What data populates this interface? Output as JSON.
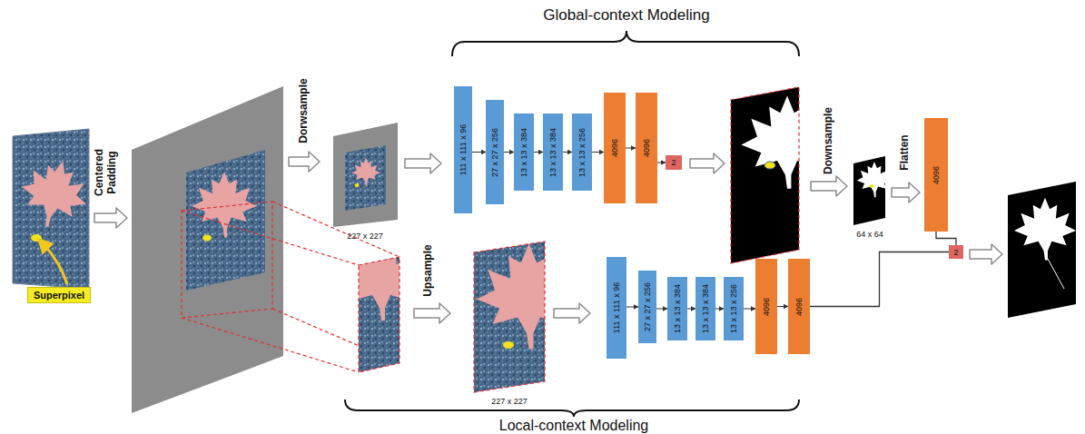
{
  "diagram": {
    "nodes": [
      {
        "text": [
          "Superpixel"
        ]
      },
      {
        "text": [
          "111 x 111 x 96"
        ]
      },
      {
        "text": [
          "27 x 27 x 256"
        ]
      },
      {
        "text": [
          "13 x 13 x 384"
        ]
      },
      {
        "text": [
          "13 x 13 x 384"
        ]
      },
      {
        "text": [
          "13 x 13 x 256"
        ]
      },
      {
        "text": [
          "4096"
        ]
      },
      {
        "text": [
          "4096"
        ]
      },
      {
        "text": [
          "2"
        ]
      },
      {
        "text": [
          "4096"
        ]
      },
      {
        "text": [
          "2"
        ]
      },
      {
        "text": [
          "111 x 111 x 96"
        ]
      },
      {
        "text": [
          "27 x 27 x 256"
        ]
      },
      {
        "text": [
          "13 x 13 x 384"
        ]
      },
      {
        "text": [
          "13 x 13 x 384"
        ]
      },
      {
        "text": [
          "13 x 13 x 256"
        ]
      },
      {
        "text": [
          "4096"
        ]
      },
      {
        "text": [
          "4096"
        ]
      }
    ],
    "edges": [
      {
        "from": 1,
        "to": 2,
        "arrow": "to"
      },
      {
        "from": 2,
        "to": 3,
        "arrow": "to"
      },
      {
        "from": 3,
        "to": 4,
        "arrow": "to"
      },
      {
        "from": 4,
        "to": 5,
        "arrow": "to"
      },
      {
        "from": 5,
        "to": 6,
        "arrow": "to"
      },
      {
        "from": 6,
        "to": 7,
        "arrow": "to"
      },
      {
        "from": 7,
        "to": 8,
        "arrow": "to"
      },
      {
        "from": 11,
        "to": 12,
        "arrow": "to"
      },
      {
        "from": 12,
        "to": 13,
        "arrow": "to"
      },
      {
        "from": 13,
        "to": 14,
        "arrow": "to"
      },
      {
        "from": 14,
        "to": 15,
        "arrow": "to"
      },
      {
        "from": 15,
        "to": 16,
        "arrow": "to"
      },
      {
        "from": 16,
        "to": 17,
        "arrow": "to"
      },
      {
        "from": 9,
        "to": 10,
        "arrow": "none"
      },
      {
        "from": 17,
        "to": 10,
        "arrow": "none"
      }
    ],
    "labels": [
      "Global-context Modeling",
      "Centered Padding",
      "Dorwsample",
      "227 x 227",
      "Downsample",
      "64 x 64",
      "Flatten",
      "Upsample",
      "227 x 227",
      "Local-context Modeling"
    ]
  }
}
